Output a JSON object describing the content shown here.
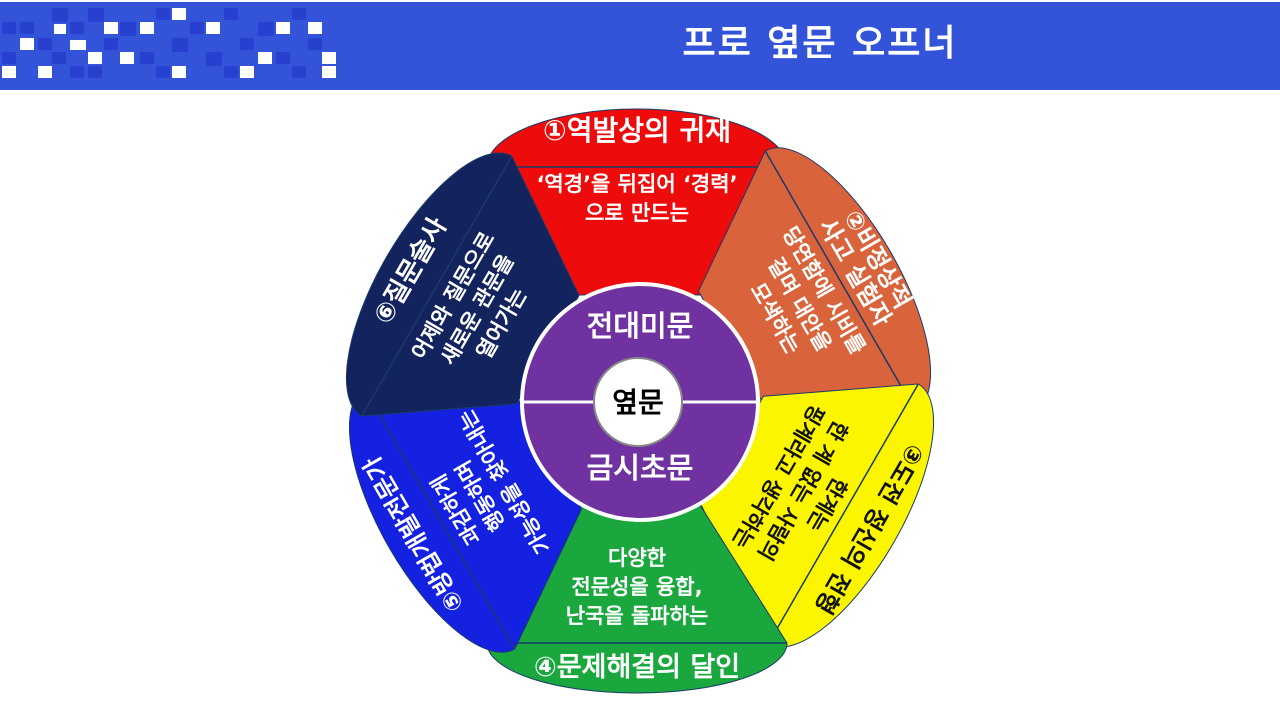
{
  "header": {
    "title": "프로 옆문 오프너"
  },
  "center": {
    "top": "전대미문",
    "bottom": "금시초문",
    "core": "옆문"
  },
  "petals": [
    {
      "id": "1",
      "color": "#ee0b0b",
      "text_color": "#ffffff",
      "title": "①역발상의 귀재",
      "desc": [
        "‘역경’을 뒤집어 ‘경력’",
        "으로 만드는"
      ]
    },
    {
      "id": "2",
      "color": "#d9633b",
      "text_color": "#ffffff",
      "title": [
        "②비정상적",
        "사고 실험자"
      ],
      "desc": [
        "당연함에 시비를",
        "걸며 대안을",
        "모색하는"
      ]
    },
    {
      "id": "3",
      "color": "#fbf500",
      "text_color": "#111111",
      "title": "③도전 정신의 전형",
      "desc": [
        "한계는",
        "한 계 없는 사람의",
        "핑계라고 생각하는"
      ]
    },
    {
      "id": "4",
      "color": "#1aa83e",
      "text_color": "#ffffff",
      "title": "④문제해결의 달인",
      "desc": [
        "다양한",
        "전문성을 융합,",
        "난국을 돌파하는"
      ]
    },
    {
      "id": "5",
      "color": "#1421e0",
      "text_color": "#ffffff",
      "title": "⑤방법개발전문가",
      "desc": [
        "과감하게",
        "행동하며",
        "가능성을 찾아내는"
      ]
    },
    {
      "id": "6",
      "color": "#12235e",
      "text_color": "#ffffff",
      "title": "⑥질문술사",
      "desc": [
        "어제와 질문으로",
        "새로운 관문을",
        "열어가는"
      ]
    }
  ]
}
